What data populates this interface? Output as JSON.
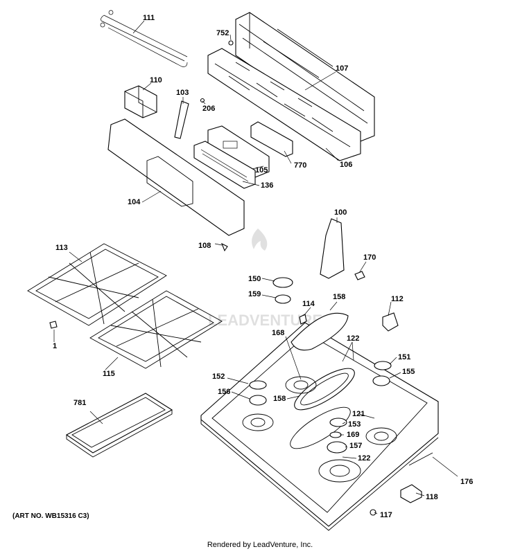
{
  "art_no": "(ART NO. WB15316 C3)",
  "footer": "Rendered by LeadVenture, Inc.",
  "watermark": "LEADVENTURE",
  "callouts": [
    "111",
    "752",
    "107",
    "110",
    "103",
    "206",
    "770",
    "105",
    "106",
    "136",
    "104",
    "100",
    "113",
    "108",
    "170",
    "150",
    "159",
    "114",
    "158",
    "112",
    "168",
    "122",
    "151",
    "155",
    "152",
    "156",
    "158",
    "121",
    "153",
    "169",
    "157",
    "122",
    "781",
    "176",
    "118",
    "117",
    "115",
    "1"
  ]
}
